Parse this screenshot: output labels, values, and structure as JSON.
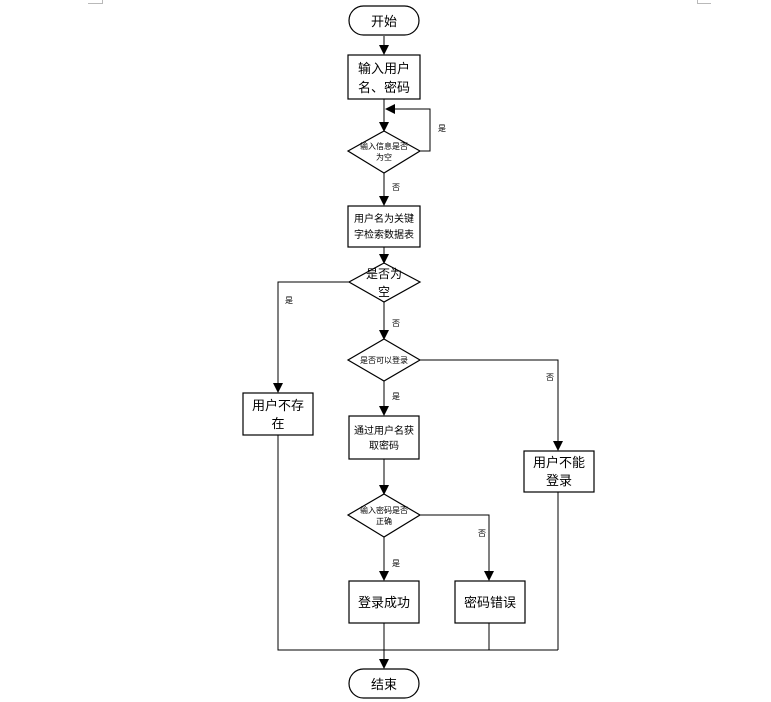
{
  "nodes": {
    "start": "开始",
    "input_line1": "输入用户",
    "input_line2": "名、密码",
    "check_empty_line1": "输入信息是否",
    "check_empty_line2": "为空",
    "search_line1": "用户名为关键",
    "search_line2": "字检索数据表",
    "result_empty_line1": "是否为",
    "result_empty_line2": "空",
    "can_login": "是否可以登录",
    "user_missing_line1": "用户不存",
    "user_missing_line2": "在",
    "get_pwd_line1": "通过用户名获",
    "get_pwd_line2": "取密码",
    "cannot_login_line1": "用户不能",
    "cannot_login_line2": "登录",
    "pwd_check_line1": "输入密码是否",
    "pwd_check_line2": "正确",
    "login_ok": "登录成功",
    "pwd_wrong": "密码错误",
    "end": "结束"
  },
  "edge_labels": {
    "loop_yes": "是",
    "check_no": "否",
    "empty_yes": "是",
    "empty_no": "否",
    "login_yes": "是",
    "login_no": "否",
    "pwd_yes": "是",
    "pwd_no": "否"
  }
}
